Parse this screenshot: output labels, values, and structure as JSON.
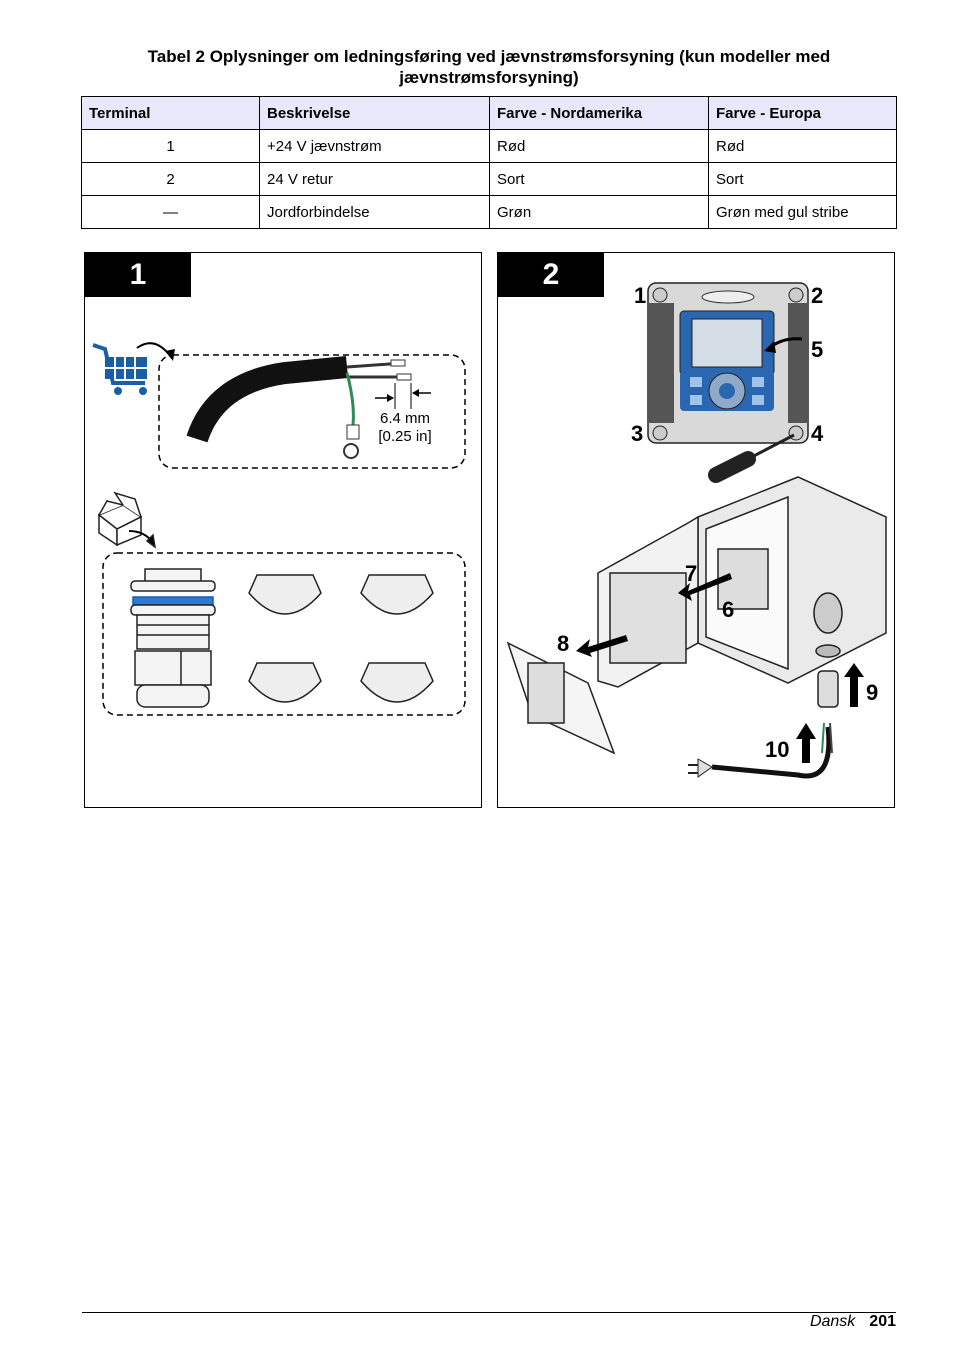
{
  "caption": "Tabel 2   Oplysninger om ledningsføring ved jævnstrømsforsyning (kun modeller med jævnstrømsforsyning)",
  "table": {
    "headers": [
      "Terminal",
      "Beskrivelse",
      "Farve - Nordamerika",
      "Farve - Europa"
    ],
    "rows": [
      [
        "1",
        "+24 V jævnstrøm",
        "Rød",
        "Rød"
      ],
      [
        "2",
        "24 V retur",
        "Sort",
        "Sort"
      ],
      [
        "—",
        "Jordforbindelse",
        "Grøn",
        "Grøn med gul stribe"
      ]
    ]
  },
  "figure1": {
    "panel_number": "1",
    "dimension_mm": "6.4 mm",
    "dimension_in": "[0.25 in]"
  },
  "figure2": {
    "panel_number": "2",
    "callouts": [
      "1",
      "2",
      "3",
      "4",
      "5",
      "6",
      "7",
      "8",
      "9",
      "10"
    ]
  },
  "footer": {
    "language": "Dansk",
    "page_number": "201"
  }
}
